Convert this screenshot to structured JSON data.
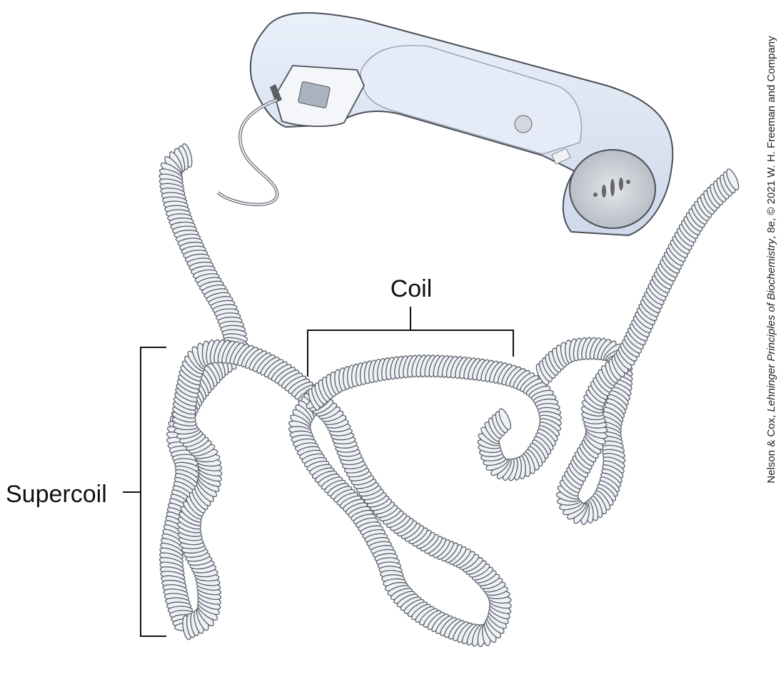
{
  "labels": {
    "coil": "Coil",
    "supercoil": "Supercoil"
  },
  "credit": {
    "prefix": "Nelson & Cox, ",
    "title": "Lehninger Principles of Biochemistry",
    "suffix": ", 8e, © 2021 W. H. Freeman and Company"
  },
  "colors": {
    "coil_fill": "#eef1f6",
    "coil_stroke": "#5a5f66",
    "handset_fill": "#dde6f5",
    "bracket": "#111111"
  }
}
